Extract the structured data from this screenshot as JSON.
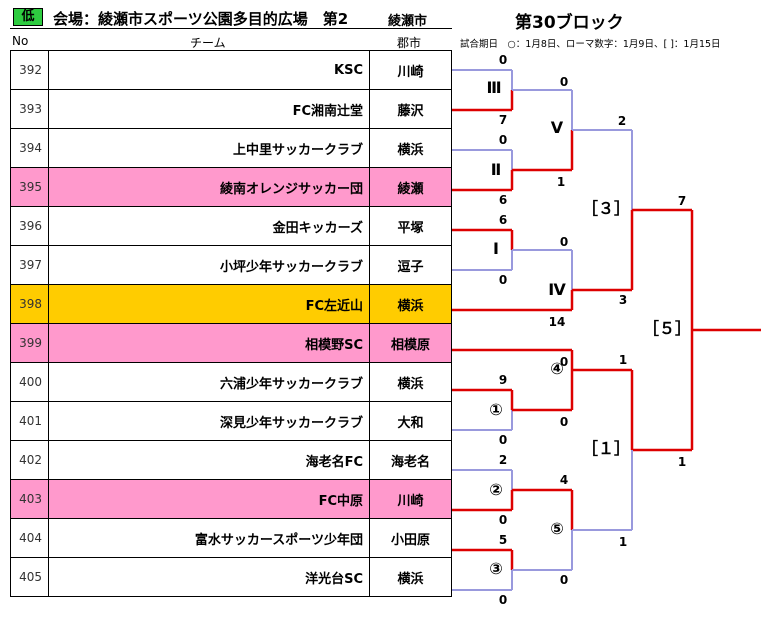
{
  "header": {
    "tag": "低",
    "venue": "会場：綾瀬市スポーツ公園多目的広場　第2",
    "region": "綾瀬市",
    "block_title": "第30ブロック",
    "col_no": "No",
    "col_team": "チーム",
    "col_city": "郡市",
    "note": "試合期日　○：1月8日、ローマ数字：1月9日、[ ]：1月15日"
  },
  "colors": {
    "highlight_pink": "#ff99cc",
    "highlight_orange": "#ffcc00",
    "winner_line": "#dd0000",
    "loser_line": "#9999dd",
    "tag_green": "#2ecc40"
  },
  "teams": [
    {
      "no": "392",
      "name": "KSC",
      "city": "川崎",
      "hl": ""
    },
    {
      "no": "393",
      "name": "FC湘南辻堂",
      "city": "藤沢",
      "hl": ""
    },
    {
      "no": "394",
      "name": "上中里サッカークラブ",
      "city": "横浜",
      "hl": ""
    },
    {
      "no": "395",
      "name": "綾南オレンジサッカー団",
      "city": "綾瀬",
      "hl": "pink"
    },
    {
      "no": "396",
      "name": "金田キッカーズ",
      "city": "平塚",
      "hl": ""
    },
    {
      "no": "397",
      "name": "小坪少年サッカークラブ",
      "city": "逗子",
      "hl": ""
    },
    {
      "no": "398",
      "name": "FC左近山",
      "city": "横浜",
      "hl": "orange"
    },
    {
      "no": "399",
      "name": "相模野SC",
      "city": "相模原",
      "hl": "pink"
    },
    {
      "no": "400",
      "name": "六浦少年サッカークラブ",
      "city": "横浜",
      "hl": ""
    },
    {
      "no": "401",
      "name": "深見少年サッカークラブ",
      "city": "大和",
      "hl": ""
    },
    {
      "no": "402",
      "name": "海老名FC",
      "city": "海老名",
      "hl": ""
    },
    {
      "no": "403",
      "name": "FC中原",
      "city": "川崎",
      "hl": "pink"
    },
    {
      "no": "404",
      "name": "富水サッカースポーツ少年団",
      "city": "小田原",
      "hl": ""
    },
    {
      "no": "405",
      "name": "洋光台SC",
      "city": "横浜",
      "hl": ""
    }
  ],
  "match_labels": [
    {
      "text": "Ⅲ",
      "id": "m-III"
    },
    {
      "text": "Ⅱ",
      "id": "m-II"
    },
    {
      "text": "Ⅰ",
      "id": "m-I"
    },
    {
      "text": "Ⅴ",
      "id": "m-V"
    },
    {
      "text": "Ⅳ",
      "id": "m-IV"
    },
    {
      "text": "［３］",
      "id": "m-3sq"
    },
    {
      "text": "［５］",
      "id": "m-5sq"
    },
    {
      "text": "④",
      "id": "m-4c"
    },
    {
      "text": "①",
      "id": "m-1c"
    },
    {
      "text": "②",
      "id": "m-2c"
    },
    {
      "text": "⑤",
      "id": "m-5c"
    },
    {
      "text": "③",
      "id": "m-3c"
    },
    {
      "text": "［１］",
      "id": "m-1sq"
    }
  ],
  "scores": [
    "0",
    "7",
    "0",
    "6",
    "6",
    "0",
    "0",
    "1",
    "0",
    "14",
    "2",
    "3",
    "7",
    "1",
    "9",
    "0",
    "0",
    "0",
    "2",
    "0",
    "5",
    "0",
    "4",
    "0",
    "1",
    "1"
  ]
}
